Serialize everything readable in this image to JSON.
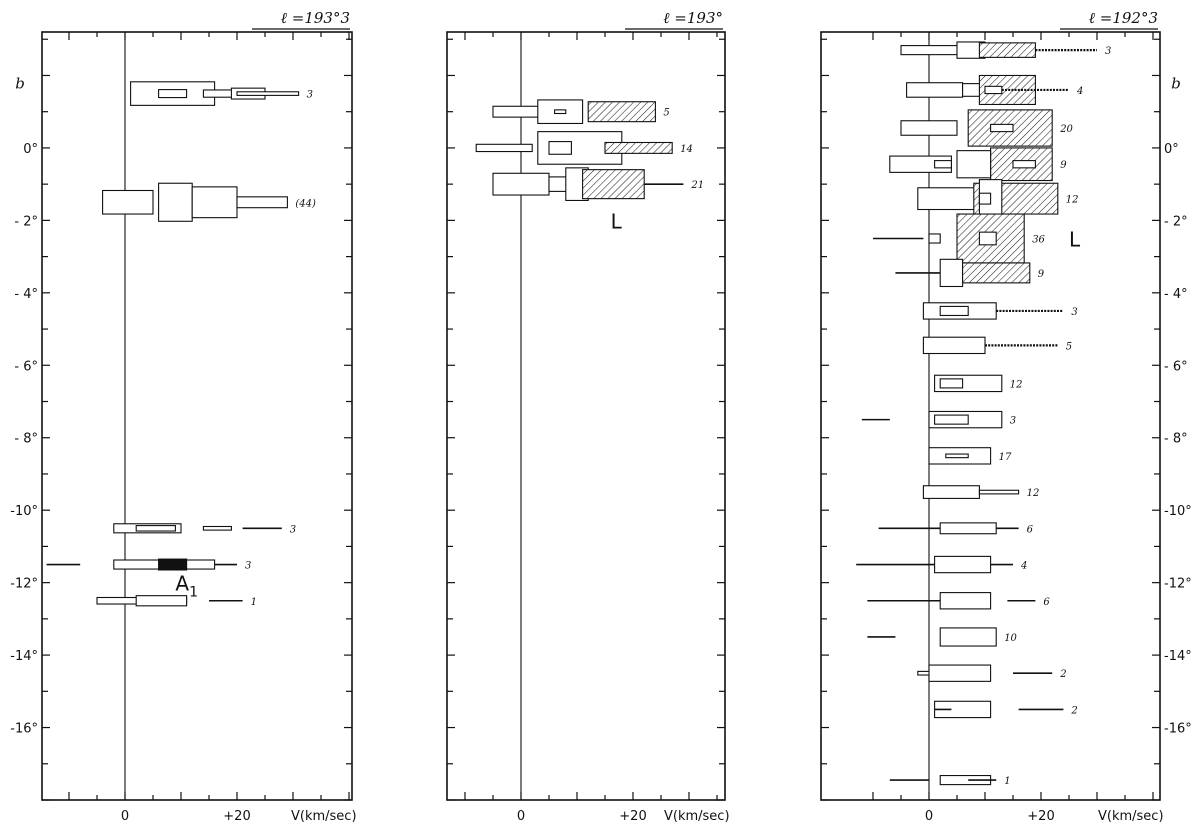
{
  "chart_data": [
    {
      "type": "other",
      "title": "ℓ =193°3",
      "xlabel": "V(km/sec)",
      "ylabel": "b",
      "xticks": [
        "0",
        "+20"
      ],
      "yticks": [
        "0°",
        "- 2°",
        "- 4°",
        "- 6°",
        "- 8°",
        "-10°",
        "-12°",
        "-14°",
        "-16°"
      ],
      "ytick_values": [
        0,
        -2,
        -4,
        -6,
        -8,
        -10,
        -12,
        -14,
        -16
      ],
      "xlim": [
        -15,
        40
      ],
      "ylim": [
        -18,
        3.2
      ],
      "rows": [
        {
          "b": 1.5,
          "label": "3",
          "elements": [
            {
              "kind": "box",
              "v1": 1,
              "v2": 16,
              "h": 0.65
            },
            {
              "kind": "box",
              "v1": 6,
              "v2": 11,
              "h": 0.22
            },
            {
              "kind": "box",
              "v1": 14,
              "v2": 22,
              "h": 0.2
            },
            {
              "kind": "box",
              "v1": 19,
              "v2": 25,
              "h": 0.3
            },
            {
              "kind": "box",
              "v1": 20,
              "v2": 31,
              "h": 0.1
            }
          ]
        },
        {
          "b": -1.5,
          "label": "(44)",
          "elements": [
            {
              "kind": "box",
              "v1": -4,
              "v2": 5,
              "h": 0.65
            },
            {
              "kind": "box",
              "v1": 6,
              "v2": 12,
              "h": 1.05
            },
            {
              "kind": "box",
              "v1": 12,
              "v2": 20,
              "h": 0.85
            },
            {
              "kind": "box",
              "v1": 20,
              "v2": 29,
              "h": 0.3
            }
          ]
        },
        {
          "b": -10.5,
          "label": "3",
          "elements": [
            {
              "kind": "box",
              "v1": -2,
              "v2": 10,
              "h": 0.25
            },
            {
              "kind": "box",
              "v1": 2,
              "v2": 9,
              "h": 0.15
            },
            {
              "kind": "box",
              "v1": 14,
              "v2": 19,
              "h": 0.1
            },
            {
              "kind": "line",
              "v1": 21,
              "v2": 28
            }
          ]
        },
        {
          "b": -11.5,
          "label": "3",
          "elements": [
            {
              "kind": "line",
              "v1": -14,
              "v2": -8
            },
            {
              "kind": "box",
              "v1": -2,
              "v2": 16,
              "h": 0.25
            },
            {
              "kind": "box",
              "v1": 6,
              "v2": 11,
              "h": 0.3,
              "fill": "dark"
            },
            {
              "kind": "line",
              "v1": 16,
              "v2": 20
            }
          ]
        },
        {
          "b": -12.5,
          "label": "1",
          "elements": [
            {
              "kind": "box",
              "v1": -5,
              "v2": 11,
              "h": 0.18
            },
            {
              "kind": "box",
              "v1": 2,
              "v2": 11,
              "h": 0.28
            },
            {
              "kind": "line",
              "v1": 15,
              "v2": 21
            }
          ]
        }
      ],
      "annotations": [
        {
          "text": "A",
          "sub": "1",
          "v": 9,
          "b": -12.0
        }
      ]
    },
    {
      "type": "other",
      "title": "ℓ =193°",
      "xlabel": "V(km/sec)",
      "xticks": [
        "0",
        "+20"
      ],
      "yticks": [],
      "ytick_values": [
        0,
        -2,
        -4,
        -6,
        -8,
        -10,
        -12,
        -14,
        -16
      ],
      "xlim": [
        -13,
        40
      ],
      "ylim": [
        -18,
        3.2
      ],
      "rows": [
        {
          "b": 1.0,
          "label": "5",
          "elements": [
            {
              "kind": "box",
              "v1": -5,
              "v2": 6,
              "h": 0.3
            },
            {
              "kind": "box",
              "v1": 3,
              "v2": 11,
              "h": 0.65
            },
            {
              "kind": "box",
              "v1": 6,
              "v2": 8,
              "h": 0.1
            },
            {
              "kind": "hbox",
              "v1": 12,
              "v2": 24,
              "h": 0.55
            }
          ]
        },
        {
          "b": 0.0,
          "label": "14",
          "elements": [
            {
              "kind": "box",
              "v1": -8,
              "v2": 2,
              "h": 0.2
            },
            {
              "kind": "box",
              "v1": 3,
              "v2": 18,
              "h": 0.9
            },
            {
              "kind": "box",
              "v1": 5,
              "v2": 9,
              "h": 0.35
            },
            {
              "kind": "hbox",
              "v1": 15,
              "v2": 27,
              "h": 0.3
            }
          ]
        },
        {
          "b": -1.0,
          "label": "21",
          "elements": [
            {
              "kind": "box",
              "v1": -5,
              "v2": 5,
              "h": 0.6
            },
            {
              "kind": "box",
              "v1": 5,
              "v2": 9,
              "h": 0.4
            },
            {
              "kind": "box",
              "v1": 8,
              "v2": 12,
              "h": 0.9
            },
            {
              "kind": "hbox",
              "v1": 11,
              "v2": 22,
              "h": 0.8
            },
            {
              "kind": "line",
              "v1": 22,
              "v2": 29
            }
          ]
        }
      ],
      "annotations": [
        {
          "text": "L",
          "v": 16,
          "b": -2.0
        }
      ]
    },
    {
      "type": "other",
      "title": "ℓ =192°3",
      "xlabel": "V(km/sec)",
      "ylabel": "b",
      "xticks": [
        "0",
        "+20"
      ],
      "yticks": [
        "0°",
        "- 2°",
        "- 4°",
        "- 6°",
        "- 8°",
        "-10°",
        "-12°",
        "-14°",
        "-16°"
      ],
      "ytick_values": [
        0,
        -2,
        -4,
        -6,
        -8,
        -10,
        -12,
        -14,
        -16
      ],
      "xlim": [
        -13,
        40
      ],
      "ylim": [
        -18,
        3.2
      ],
      "rows": [
        {
          "b": 2.7,
          "label": "3",
          "elements": [
            {
              "kind": "box",
              "v1": -5,
              "v2": 6,
              "h": 0.25
            },
            {
              "kind": "box",
              "v1": 5,
              "v2": 10,
              "h": 0.45
            },
            {
              "kind": "hbox",
              "v1": 9,
              "v2": 19,
              "h": 0.4
            },
            {
              "kind": "hline",
              "v1": 19,
              "v2": 30
            }
          ]
        },
        {
          "b": 1.6,
          "label": "4",
          "elements": [
            {
              "kind": "box",
              "v1": -4,
              "v2": 6,
              "h": 0.4
            },
            {
              "kind": "box",
              "v1": 6,
              "v2": 10,
              "h": 0.35
            },
            {
              "kind": "hbox",
              "v1": 9,
              "v2": 19,
              "h": 0.8
            },
            {
              "kind": "box",
              "v1": 10,
              "v2": 13,
              "h": 0.2
            },
            {
              "kind": "hline",
              "v1": 13,
              "v2": 25
            }
          ]
        },
        {
          "b": 0.55,
          "label": "20",
          "elements": [
            {
              "kind": "box",
              "v1": -5,
              "v2": 5,
              "h": 0.4
            },
            {
              "kind": "hbox",
              "v1": 7,
              "v2": 22,
              "h": 1.0
            },
            {
              "kind": "box",
              "v1": 11,
              "v2": 15,
              "h": 0.2
            }
          ]
        },
        {
          "b": -0.45,
          "label": "9",
          "elements": [
            {
              "kind": "box",
              "v1": -7,
              "v2": 4,
              "h": 0.45
            },
            {
              "kind": "box",
              "v1": 1,
              "v2": 4,
              "h": 0.2
            },
            {
              "kind": "hbox",
              "v1": 11,
              "v2": 22,
              "h": 0.9
            },
            {
              "kind": "box",
              "v1": 5,
              "v2": 11,
              "h": 0.75
            },
            {
              "kind": "box",
              "v1": 15,
              "v2": 19,
              "h": 0.2
            }
          ]
        },
        {
          "b": -1.4,
          "label": "12",
          "elements": [
            {
              "kind": "box",
              "v1": -2,
              "v2": 9,
              "h": 0.6
            },
            {
              "kind": "hbox",
              "v1": 8,
              "v2": 23,
              "h": 0.85
            },
            {
              "kind": "box",
              "v1": 9,
              "v2": 13,
              "h": 1.05
            },
            {
              "kind": "box",
              "v1": 9,
              "v2": 11,
              "h": 0.3
            }
          ]
        },
        {
          "b": -2.5,
          "label": "36",
          "elements": [
            {
              "kind": "line",
              "v1": -10,
              "v2": -1
            },
            {
              "kind": "box",
              "v1": 0,
              "v2": 2,
              "h": 0.25
            },
            {
              "kind": "hbox",
              "v1": 5,
              "v2": 17,
              "h": 1.35
            },
            {
              "kind": "box",
              "v1": 9,
              "v2": 12,
              "h": 0.35
            }
          ]
        },
        {
          "b": -3.45,
          "label": "9",
          "elements": [
            {
              "kind": "line",
              "v1": -6,
              "v2": 3
            },
            {
              "kind": "box",
              "v1": 2,
              "v2": 6,
              "h": 0.75
            },
            {
              "kind": "hbox",
              "v1": 6,
              "v2": 18,
              "h": 0.55
            }
          ]
        },
        {
          "b": -4.5,
          "label": "3",
          "elements": [
            {
              "kind": "box",
              "v1": -1,
              "v2": 12,
              "h": 0.45
            },
            {
              "kind": "box",
              "v1": 2,
              "v2": 7,
              "h": 0.25
            },
            {
              "kind": "hline",
              "v1": 12,
              "v2": 24
            }
          ]
        },
        {
          "b": -5.45,
          "label": "5",
          "elements": [
            {
              "kind": "box",
              "v1": -1,
              "v2": 10,
              "h": 0.45
            },
            {
              "kind": "hline",
              "v1": 10,
              "v2": 23
            }
          ]
        },
        {
          "b": -6.5,
          "label": "12",
          "elements": [
            {
              "kind": "box",
              "v1": 1,
              "v2": 13,
              "h": 0.45
            },
            {
              "kind": "box",
              "v1": 2,
              "v2": 6,
              "h": 0.25
            }
          ]
        },
        {
          "b": -7.5,
          "label": "3",
          "elements": [
            {
              "kind": "line",
              "v1": -12,
              "v2": -7
            },
            {
              "kind": "box",
              "v1": 0,
              "v2": 13,
              "h": 0.45
            },
            {
              "kind": "box",
              "v1": 1,
              "v2": 7,
              "h": 0.25
            }
          ]
        },
        {
          "b": -8.5,
          "label": "17",
          "elements": [
            {
              "kind": "box",
              "v1": 0,
              "v2": 11,
              "h": 0.45
            },
            {
              "kind": "box",
              "v1": 3,
              "v2": 7,
              "h": 0.1
            }
          ]
        },
        {
          "b": -9.5,
          "label": "12",
          "elements": [
            {
              "kind": "box",
              "v1": -1,
              "v2": 9,
              "h": 0.35
            },
            {
              "kind": "box",
              "v1": 9,
              "v2": 16,
              "h": 0.1
            }
          ]
        },
        {
          "b": -10.5,
          "label": "6",
          "elements": [
            {
              "kind": "line",
              "v1": -9,
              "v2": 16
            },
            {
              "kind": "box",
              "v1": 2,
              "v2": 12,
              "h": 0.3
            }
          ]
        },
        {
          "b": -11.5,
          "label": "4",
          "elements": [
            {
              "kind": "line",
              "v1": -13,
              "v2": 15
            },
            {
              "kind": "box",
              "v1": 1,
              "v2": 11,
              "h": 0.45
            }
          ]
        },
        {
          "b": -12.5,
          "label": "6",
          "elements": [
            {
              "kind": "line",
              "v1": -11,
              "v2": 10
            },
            {
              "kind": "box",
              "v1": 2,
              "v2": 11,
              "h": 0.45
            },
            {
              "kind": "line",
              "v1": 14,
              "v2": 19
            }
          ]
        },
        {
          "b": -13.5,
          "label": "10",
          "elements": [
            {
              "kind": "line",
              "v1": -11,
              "v2": -6
            },
            {
              "kind": "box",
              "v1": 2,
              "v2": 12,
              "h": 0.5
            }
          ]
        },
        {
          "b": -14.5,
          "label": "2",
          "elements": [
            {
              "kind": "box",
              "v1": -2,
              "v2": 2,
              "h": 0.1
            },
            {
              "kind": "box",
              "v1": 0,
              "v2": 11,
              "h": 0.45
            },
            {
              "kind": "line",
              "v1": 15,
              "v2": 22
            }
          ]
        },
        {
          "b": -15.5,
          "label": "2",
          "elements": [
            {
              "kind": "box",
              "v1": 1,
              "v2": 11,
              "h": 0.45
            },
            {
              "kind": "line",
              "v1": 1,
              "v2": 4
            },
            {
              "kind": "line",
              "v1": 16,
              "v2": 24
            }
          ]
        },
        {
          "b": -17.45,
          "label": "1",
          "elements": [
            {
              "kind": "line",
              "v1": -7,
              "v2": 0
            },
            {
              "kind": "box",
              "v1": 2,
              "v2": 11,
              "h": 0.25
            },
            {
              "kind": "line",
              "v1": 7,
              "v2": 12
            }
          ]
        }
      ],
      "annotations": [
        {
          "text": "L",
          "v": 25,
          "b": -2.5
        }
      ]
    }
  ]
}
